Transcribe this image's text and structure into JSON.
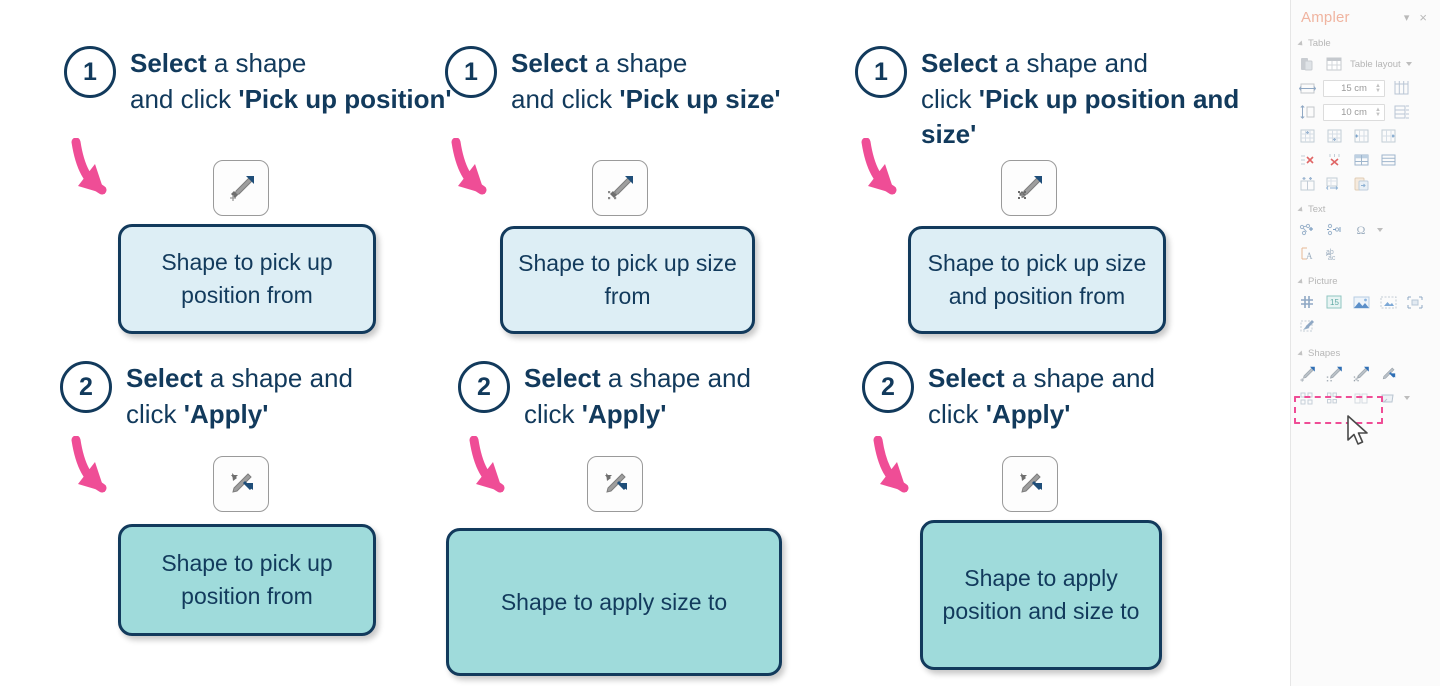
{
  "steps": [
    {
      "number": "1",
      "head_prefix": "Select",
      "head_rest": " a shape\nand click ",
      "head_emph": "'Pick up position'",
      "icon_name": "pickup-position-icon",
      "box_text": "Shape to pick up position from",
      "box_style": "light"
    },
    {
      "number": "1",
      "head_prefix": "Select",
      "head_rest": " a shape\nand click ",
      "head_emph": "'Pick up size'",
      "icon_name": "pickup-size-icon",
      "box_text": "Shape to pick up size from",
      "box_style": "light"
    },
    {
      "number": "1",
      "head_prefix": "Select",
      "head_rest": " a shape and\nclick ",
      "head_emph": "'Pick up position and size'",
      "icon_name": "pickup-position-and-size-icon",
      "box_text": "Shape to pick up size and position from",
      "box_style": "light"
    },
    {
      "number": "2",
      "head_prefix": "Select",
      "head_rest": " a shape and\nclick ",
      "head_emph": "'Apply'",
      "icon_name": "apply-position-icon",
      "box_text": "Shape to pick up position from",
      "box_style": "dark"
    },
    {
      "number": "2",
      "head_prefix": "Select",
      "head_rest": " a shape and\nclick ",
      "head_emph": "'Apply'",
      "icon_name": "apply-size-icon",
      "box_text": "Shape to apply size to",
      "box_style": "dark"
    },
    {
      "number": "2",
      "head_prefix": "Select",
      "head_rest": " a shape and\nclick ",
      "head_emph": "'Apply'",
      "icon_name": "apply-position-and-size-icon",
      "box_text": "Shape to apply position and size to",
      "box_style": "dark"
    }
  ],
  "pane": {
    "title": "Ampler",
    "dropdown_label": "▾",
    "close_label": "×",
    "groups": [
      {
        "name": "Table"
      },
      {
        "name": "Text"
      },
      {
        "name": "Picture"
      },
      {
        "name": "Shapes"
      }
    ],
    "table": {
      "layout_label": "Table layout",
      "width_value": "15 cm",
      "height_value": "10 cm"
    }
  },
  "colors": {
    "navy": "#123a5c",
    "pink": "#ef4d96",
    "box_light": "#ddeef5",
    "box_dark": "#9fdbdb",
    "pane_title": "#f0b4a0"
  }
}
